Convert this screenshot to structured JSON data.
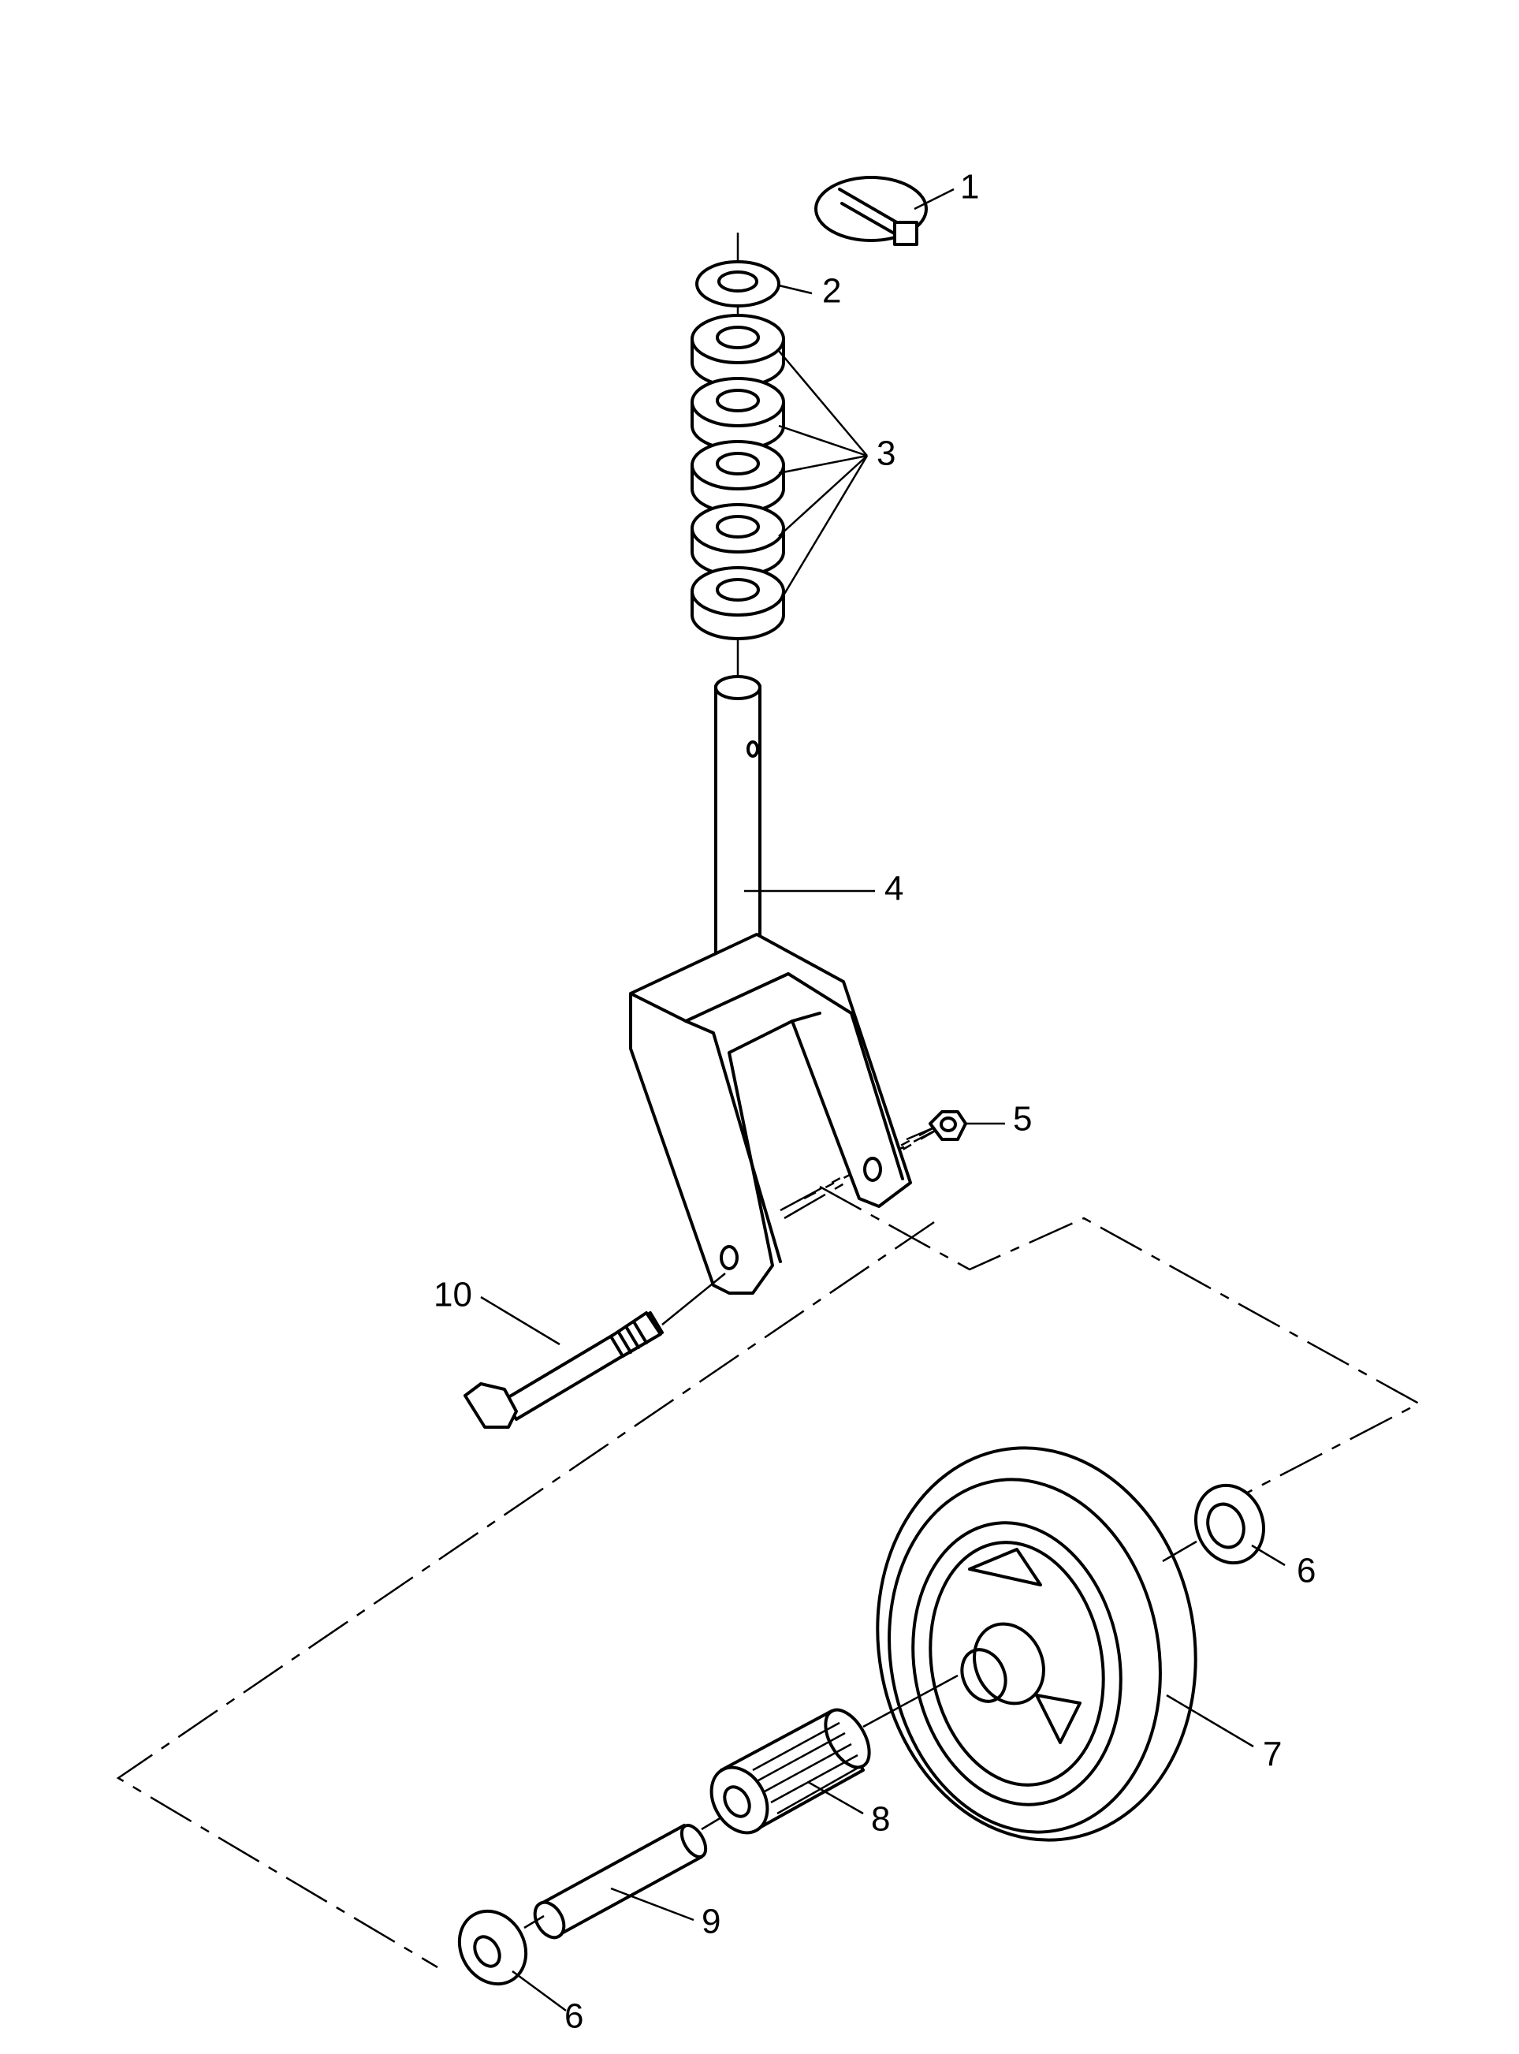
{
  "diagram": {
    "callouts": [
      {
        "id": "1",
        "text": "1"
      },
      {
        "id": "2",
        "text": "2"
      },
      {
        "id": "3",
        "text": "3"
      },
      {
        "id": "4",
        "text": "4"
      },
      {
        "id": "5",
        "text": "5"
      },
      {
        "id": "6a",
        "text": "6"
      },
      {
        "id": "6b",
        "text": "6"
      },
      {
        "id": "7",
        "text": "7"
      },
      {
        "id": "8",
        "text": "8"
      },
      {
        "id": "9",
        "text": "9"
      },
      {
        "id": "10",
        "text": "10"
      }
    ]
  }
}
